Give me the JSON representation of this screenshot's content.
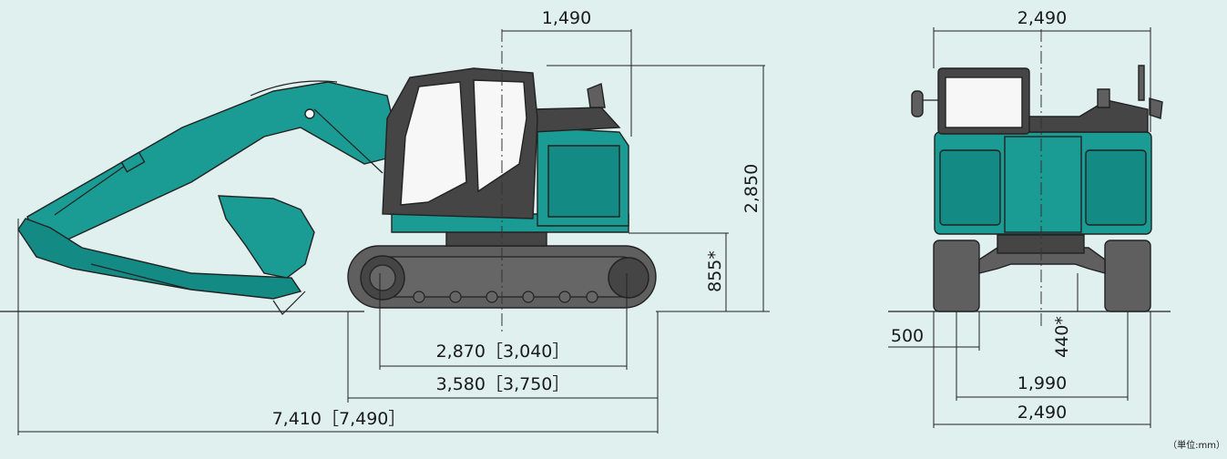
{
  "side_view": {
    "dims": {
      "tail_width": "1,490",
      "overall_height": "2,850",
      "ground_clearance_upper": "855*",
      "tumbler_distance": "2,870［3,040］",
      "crawler_length": "3,580［3,750］",
      "overall_length": "7,410［7,490］"
    }
  },
  "front_view": {
    "dims": {
      "top_width": "2,490",
      "shoe_width": "500",
      "min_ground_clearance": "440*",
      "track_gauge": "1,990",
      "overall_width": "2,490"
    }
  },
  "unit_note": "（単位:mm）",
  "colors": {
    "machine_teal": "#1a9b93",
    "cab_gray": "#5f5f5f",
    "background": "#dff0ee"
  }
}
